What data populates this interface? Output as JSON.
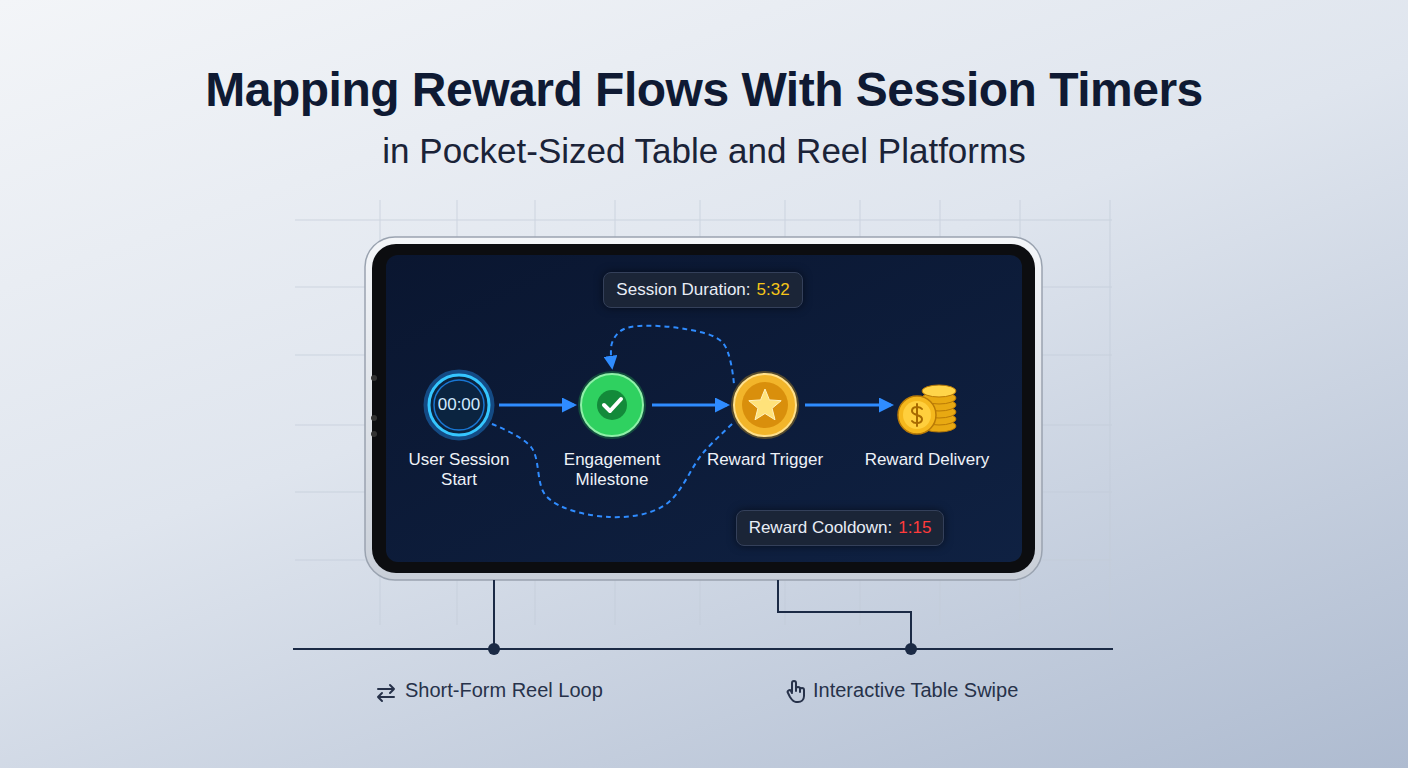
{
  "diagram": {
    "title": "Mapping Reward Flows With Session Timers",
    "nodes": [
      {
        "text": [
          "Session Duration:",
          "5:32"
        ]
      },
      {
        "text": [
          "00:00",
          "User Session Start"
        ]
      },
      {
        "text": [
          "Engagement Milestone"
        ]
      },
      {
        "text": [
          "Reward Trigger"
        ]
      },
      {
        "text": [
          "Reward Delivery"
        ]
      },
      {
        "text": [
          "Reward Cooldown:",
          "1:15"
        ]
      }
    ],
    "edges": [
      {
        "from": 1,
        "to": 2,
        "arrow": "to"
      },
      {
        "from": 2,
        "to": 3,
        "arrow": "to"
      },
      {
        "from": 3,
        "to": 4,
        "arrow": "to"
      },
      {
        "from": 3,
        "to": 2,
        "arrow": "to"
      },
      {
        "from": 1,
        "to": 3,
        "arrow": "none"
      }
    ],
    "labels": [
      "in Pocket-Sized Table and Reel Platforms",
      "Short-Form Reel Loop",
      "Interactive Table Swipe"
    ]
  }
}
